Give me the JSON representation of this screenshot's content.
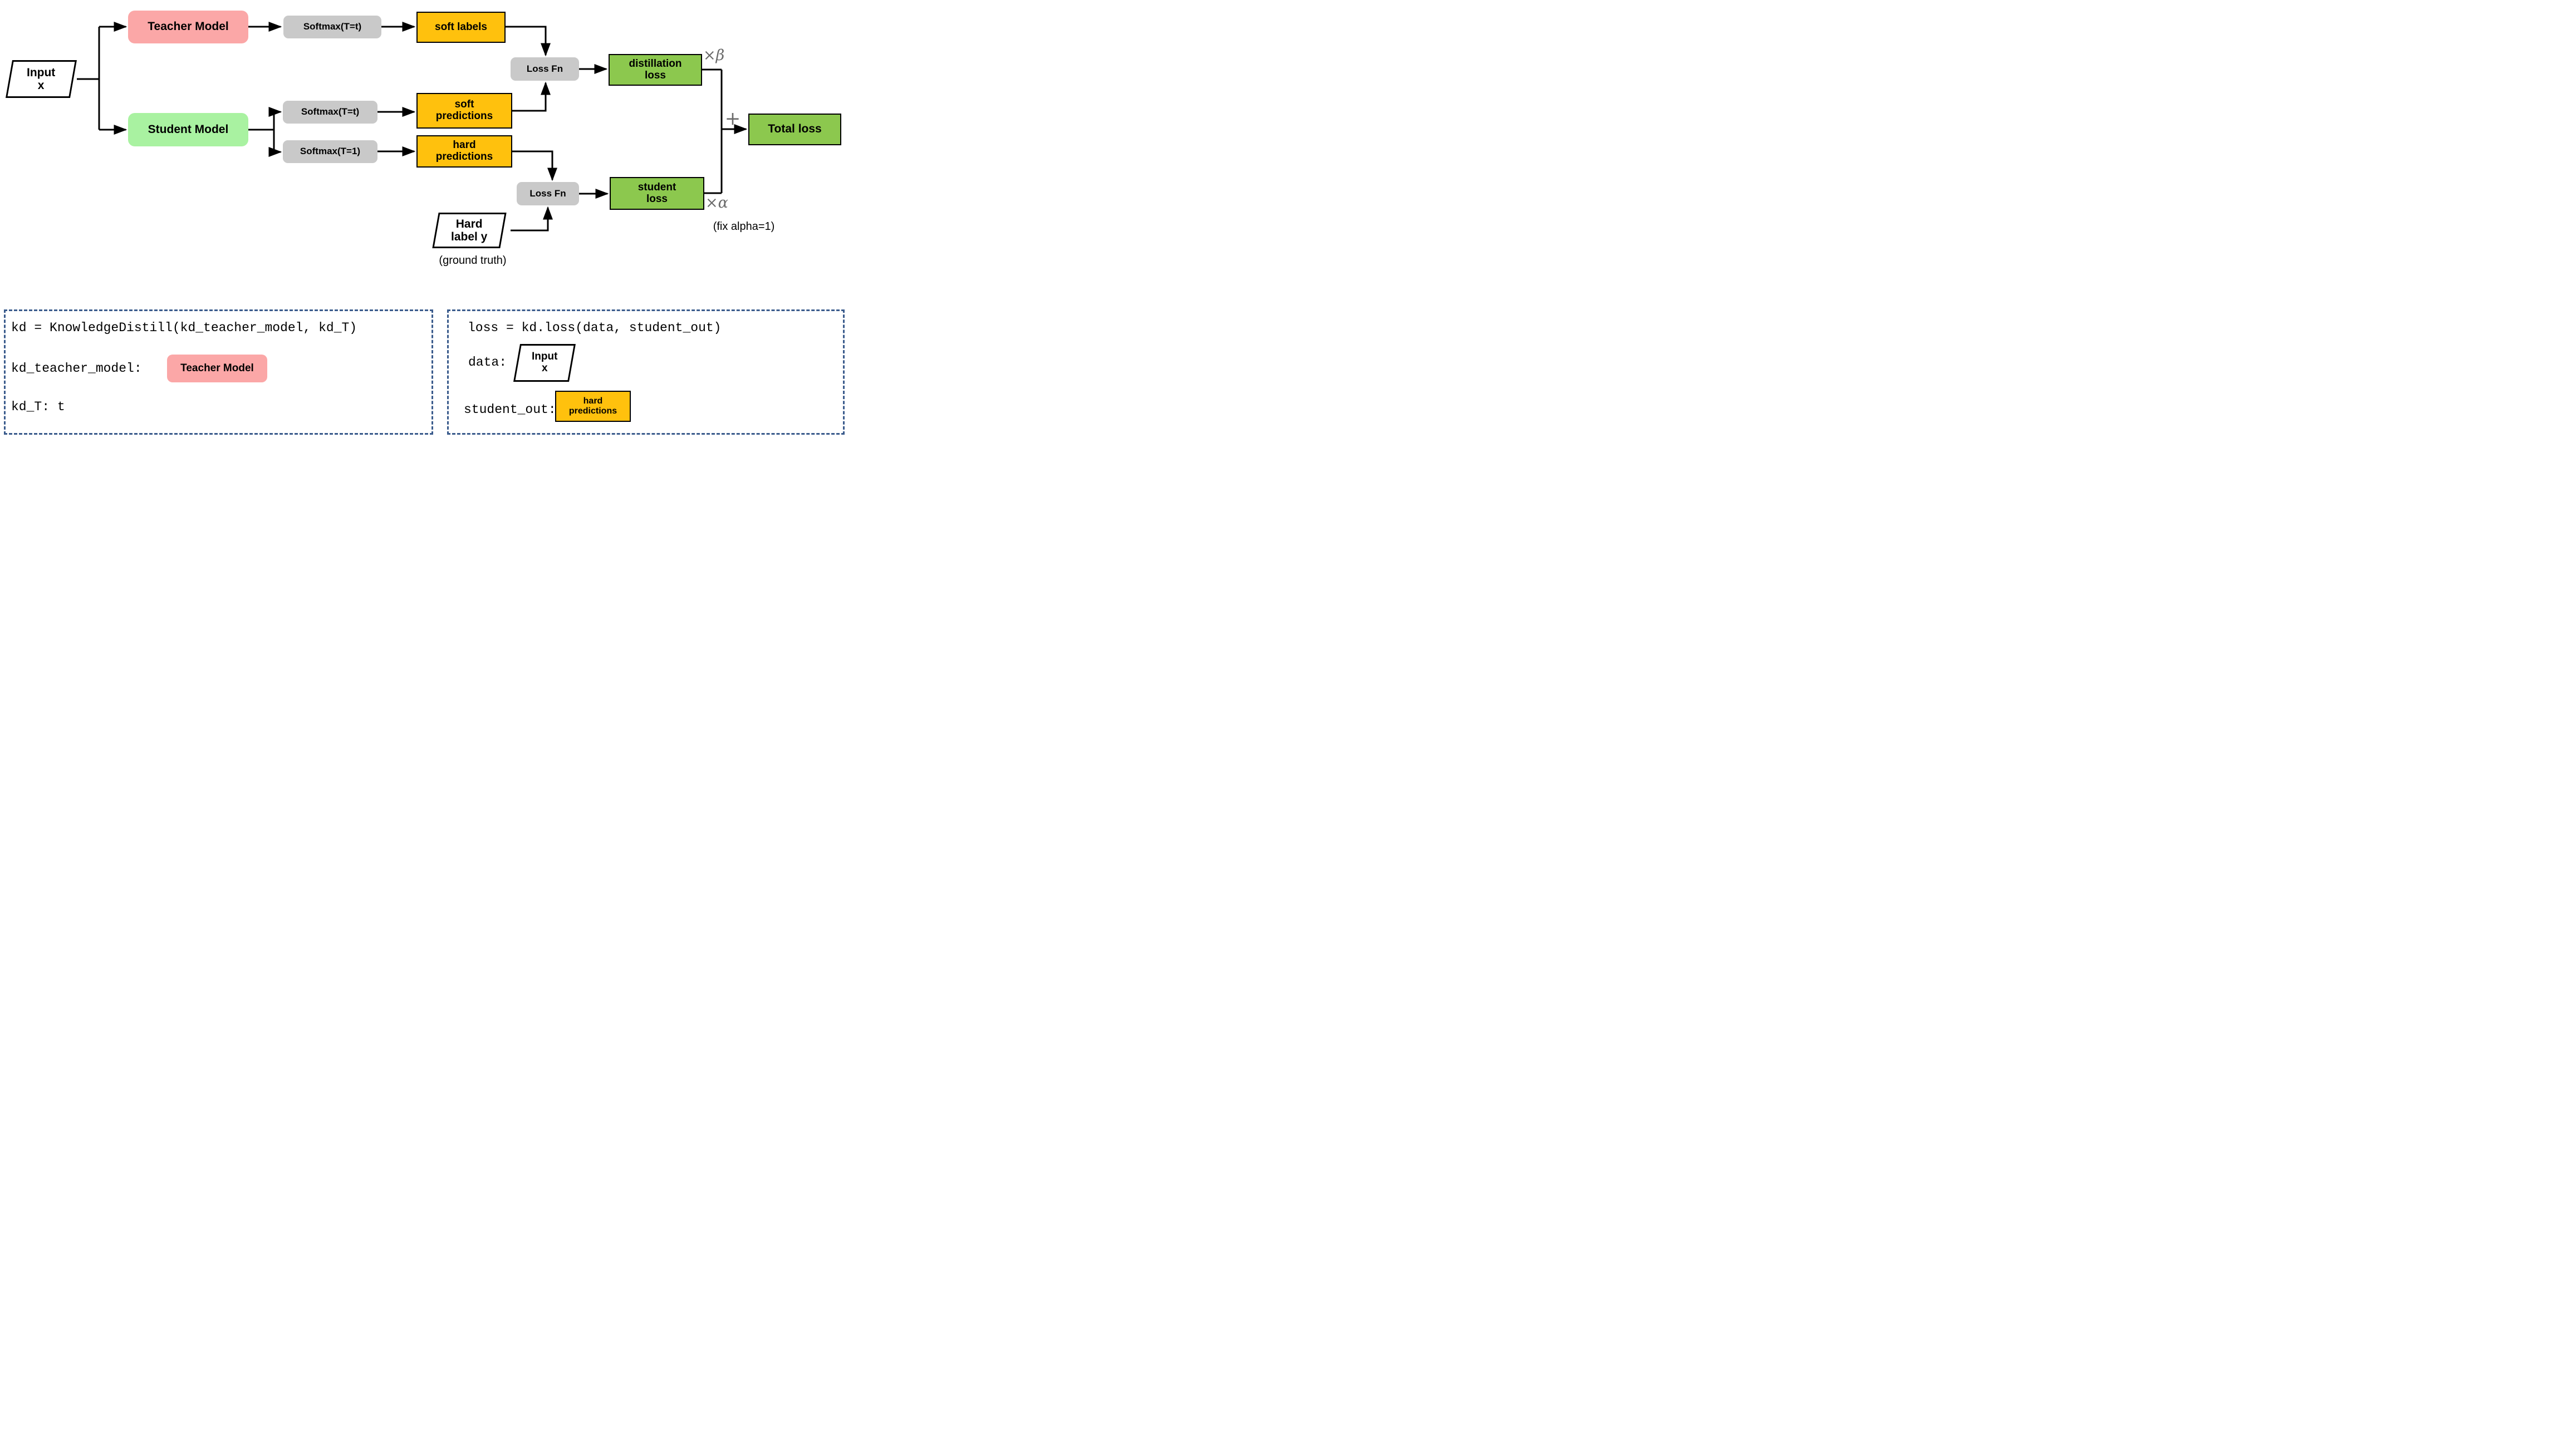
{
  "colors": {
    "teacher-pink": "#FBA7A7",
    "student-green": "#A9F2A1",
    "gold": "#FFC10D",
    "gray": "#C9C9C9",
    "loss-green": "#8CC84E",
    "panel-dash-blue": "#3A5B8C",
    "multiplier-gray": "#6A6A6A"
  },
  "flowchart": {
    "input": {
      "label": "Input\nx"
    },
    "teacher": {
      "label": "Teacher Model"
    },
    "student": {
      "label": "Student Model"
    },
    "softmax_teacher": {
      "label": "Softmax(T=t)"
    },
    "softmax_student_soft": {
      "label": "Softmax(T=t)"
    },
    "softmax_student_hard": {
      "label": "Softmax(T=1)"
    },
    "soft_labels": {
      "label": "soft labels"
    },
    "soft_predictions": {
      "label": "soft\npredictions"
    },
    "hard_predictions": {
      "label": "hard\npredictions"
    },
    "loss_fn_top": {
      "label": "Loss Fn"
    },
    "loss_fn_bottom": {
      "label": "Loss Fn"
    },
    "distillation_loss": {
      "label": "distillation\nloss"
    },
    "student_loss": {
      "label": "student\nloss"
    },
    "total_loss": {
      "label": "Total loss"
    },
    "hard_label": {
      "label": "Hard\nlabel y"
    },
    "ground_truth_caption": "(ground truth)",
    "beta_multiplier": "×β",
    "alpha_multiplier": "×α",
    "plus_sign": "+",
    "fix_alpha_note": "(fix alpha=1)"
  },
  "code_panels": {
    "left": {
      "line1": "kd = KnowledgeDistill(kd_teacher_model, kd_T)",
      "line2_label": "kd_teacher_model:",
      "line2_chip": "Teacher Model",
      "line3": "kd_T: t"
    },
    "right": {
      "line1": "loss = kd.loss(data, student_out)",
      "line2_label": "data:",
      "line2_chip": "Input\nx",
      "line3_label": "student_out:",
      "line3_chip": "hard\npredictions"
    }
  }
}
